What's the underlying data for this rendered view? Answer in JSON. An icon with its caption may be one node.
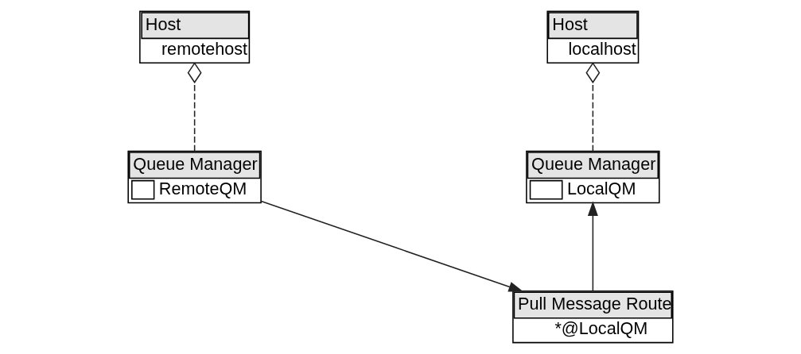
{
  "diagram": {
    "nodes": [
      {
        "text": [
          "Host",
          "localhost"
        ]
      },
      {
        "text": [
          "Host",
          "remotehost"
        ]
      },
      {
        "text": [
          "Queue Manager",
          "LocalQM"
        ]
      },
      {
        "text": [
          "Queue Manager",
          "RemoteQM"
        ]
      },
      {
        "text": [
          "Pull Message Route",
          "*@LocalQM"
        ]
      }
    ],
    "edges": [
      {
        "from": 2,
        "to": 0,
        "arrow": "other",
        "style": "dashed"
      },
      {
        "from": 3,
        "to": 1,
        "arrow": "other",
        "style": "dashed"
      },
      {
        "from": 4,
        "to": 2,
        "arrow": "to"
      },
      {
        "from": 3,
        "to": 4,
        "arrow": "to"
      }
    ]
  }
}
